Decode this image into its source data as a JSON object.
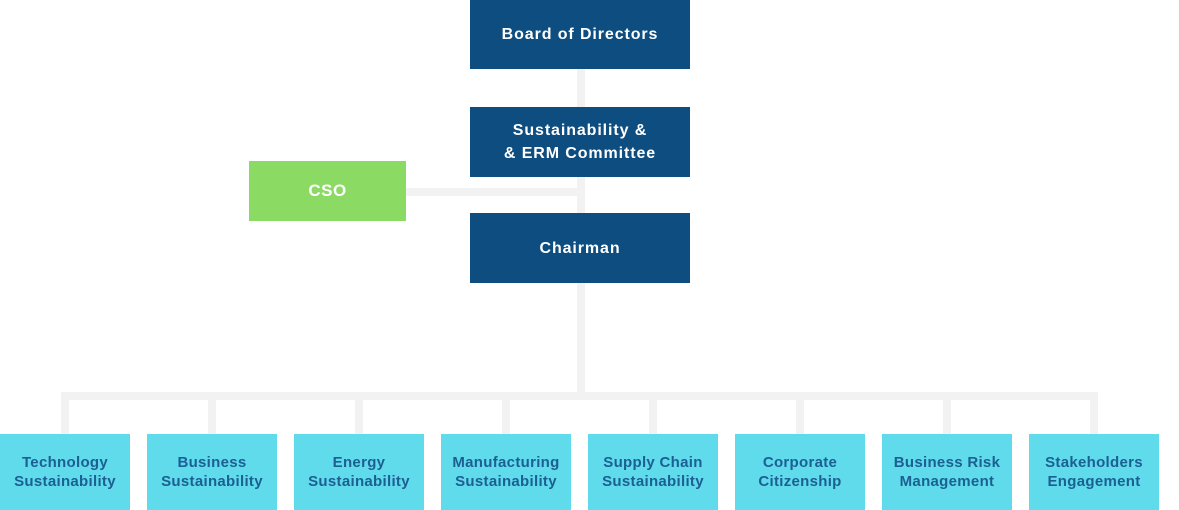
{
  "org_chart": {
    "board": {
      "label": "Board of Directors"
    },
    "committee": {
      "label": "Sustainability &\n& ERM Committee"
    },
    "cso": {
      "label": "CSO"
    },
    "chairman": {
      "label": "Chairman"
    },
    "departments": [
      {
        "label": "Technology\nSustainability"
      },
      {
        "label": "Business\nSustainability"
      },
      {
        "label": "Energy\nSustainability"
      },
      {
        "label": "Manufacturing\nSustainability"
      },
      {
        "label": "Supply Chain\nSustainability"
      },
      {
        "label": "Corporate\nCitizenship"
      },
      {
        "label": "Business Risk\nManagement"
      },
      {
        "label": "Stakeholders\nEngagement"
      }
    ],
    "colors": {
      "executive_box": "#0d4d80",
      "cso_box": "#8bda63",
      "department_box": "#60dbec",
      "box_text": "#ffffff",
      "department_text": "#1c6092",
      "connector": "#f2f2f2",
      "background": "#ffffff"
    }
  }
}
